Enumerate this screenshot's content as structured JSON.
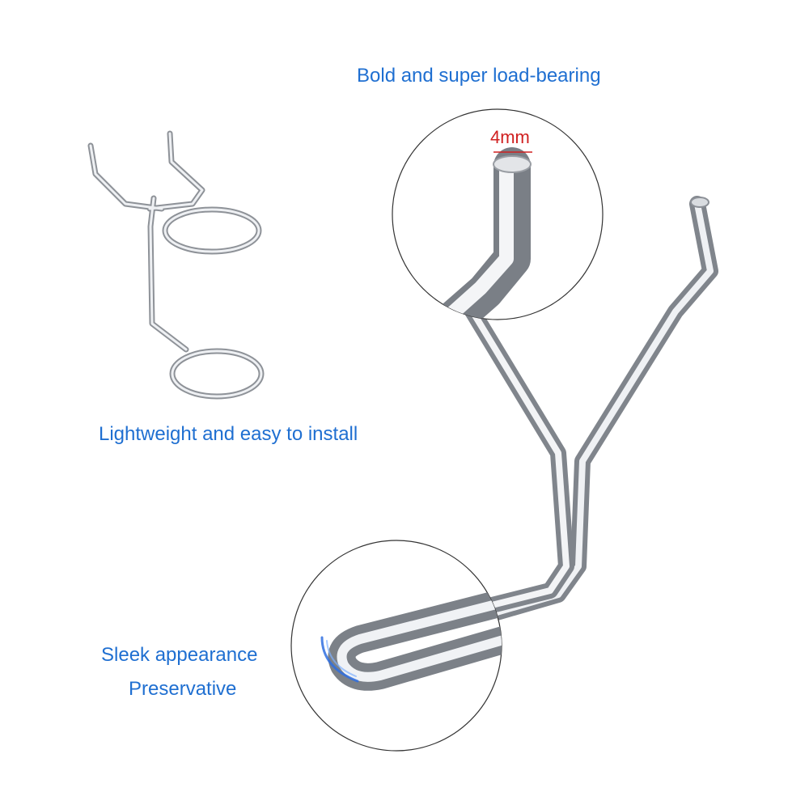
{
  "captions": {
    "top": "Bold and super load-bearing",
    "middle": "Lightweight and easy to install",
    "bottom_line1": "Sleek appearance",
    "bottom_line2": "Preservative"
  },
  "dimension_label": "4mm",
  "colors": {
    "caption": "#1f6fd1",
    "dimension": "#d02020",
    "metal_light": "#f4f5f7",
    "metal_dark": "#8c9097"
  },
  "icons": {
    "small_hook": "double-ring-pegboard-hook",
    "large_hook": "y-shaped-pegboard-hook",
    "zoom_top": "magnified-rod-tip",
    "zoom_bottom": "magnified-bend",
    "sheen": "blue-sheen-arc"
  }
}
